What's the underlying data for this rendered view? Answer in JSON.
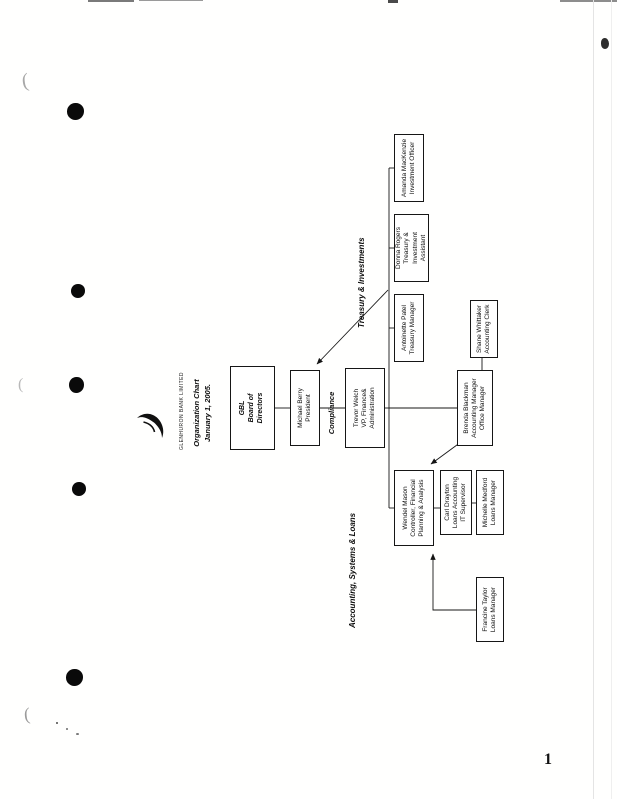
{
  "ink_color": "#111111",
  "page": {
    "number": "1"
  },
  "header": {
    "company": "GLENHURON BANK LIMITED",
    "title": "Organization Chart\nJanuary 1, 2005."
  },
  "sections": {
    "treasury": "Treasury & Investments",
    "compliance": "Compliance",
    "accounting": "Accounting, Systems & Loans"
  },
  "nodes": {
    "board": {
      "label": "GBL\nBoard of\nDirectors"
    },
    "president": {
      "label": "Michael Berry\nPresident"
    },
    "vp_finance": {
      "label": "Trevor Welch\nVP, Finance&\nAdministration"
    },
    "treasury_manager": {
      "label": "Antoinette Patel\nTreasury Manager"
    },
    "treasury_assistant": {
      "label": "Donna Rogers\nTreasury & Investment\nAssistant"
    },
    "investment_officer": {
      "label": "Amanda MacKenzie\nInvestment Officer"
    },
    "controller": {
      "label": "Wendel Mason\nController, Financial\nPlanning & Analysis"
    },
    "loans_it_supervisor": {
      "label": "Carl Drayton\nLoans Accounting\nIT Supervisor"
    },
    "loans_manager_michelle": {
      "label": "Michelle Medford\nLoans Manager"
    },
    "loans_manager_francine": {
      "label": "Francine Taylor\nLoans Manager"
    },
    "accounting_manager": {
      "label": "Brenda Blackman\nAccounting Manager\nOffice Manager"
    },
    "accounting_clerk": {
      "label": "Shane Whittaker\nAccounting Clerk"
    }
  },
  "edges": [
    {
      "from": "board",
      "to": "president"
    },
    {
      "from": "president",
      "to": "vp_finance"
    },
    {
      "from": "vp_finance",
      "to": "treasury_manager"
    },
    {
      "from": "vp_finance",
      "to": "treasury_assistant"
    },
    {
      "from": "vp_finance",
      "to": "investment_officer"
    },
    {
      "from": "vp_finance",
      "to": "controller"
    },
    {
      "from": "vp_finance",
      "to": "accounting_manager"
    },
    {
      "from": "controller",
      "to": "loans_it_supervisor"
    },
    {
      "from": "controller",
      "to": "loans_manager_michelle"
    },
    {
      "from": "loans_manager_francine",
      "to": "controller"
    },
    {
      "from": "accounting_manager",
      "to": "controller"
    },
    {
      "from": "accounting_manager",
      "to": "accounting_clerk"
    },
    {
      "from": "treasury_branch",
      "to": "president"
    }
  ]
}
